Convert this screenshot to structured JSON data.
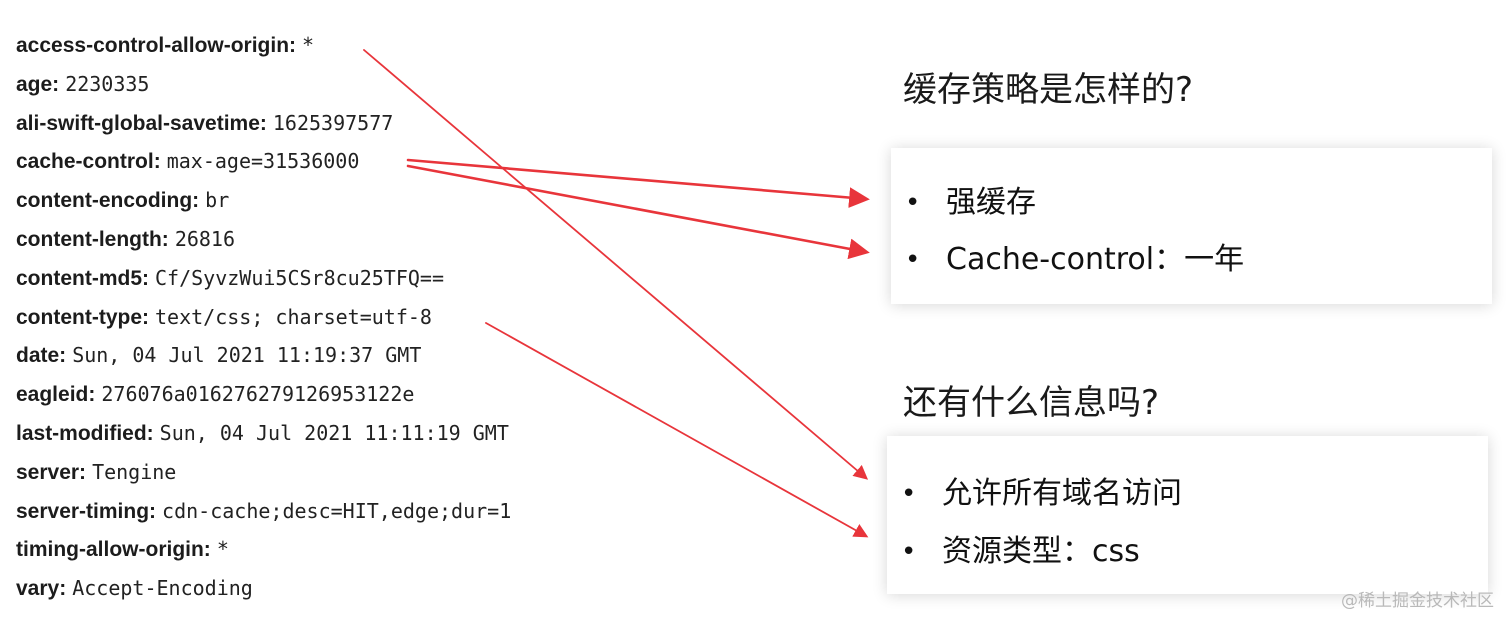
{
  "headers": [
    {
      "key": "access-control-allow-origin:",
      "value": "*"
    },
    {
      "key": "age:",
      "value": "2230335"
    },
    {
      "key": "ali-swift-global-savetime:",
      "value": "1625397577"
    },
    {
      "key": "cache-control:",
      "value": "max-age=31536000"
    },
    {
      "key": "content-encoding:",
      "value": "br"
    },
    {
      "key": "content-length:",
      "value": "26816"
    },
    {
      "key": "content-md5:",
      "value": "Cf/SyvzWui5CSr8cu25TFQ=="
    },
    {
      "key": "content-type:",
      "value": "text/css; charset=utf-8"
    },
    {
      "key": "date:",
      "value": "Sun, 04 Jul 2021 11:19:37 GMT"
    },
    {
      "key": "eagleid:",
      "value": "276076a016276279126953122e"
    },
    {
      "key": "last-modified:",
      "value": "Sun, 04 Jul 2021 11:11:19 GMT"
    },
    {
      "key": "server:",
      "value": "Tengine"
    },
    {
      "key": "server-timing:",
      "value": "cdn-cache;desc=HIT,edge;dur=1"
    },
    {
      "key": "timing-allow-origin:",
      "value": "*"
    },
    {
      "key": "vary:",
      "value": "Accept-Encoding"
    }
  ],
  "question1": "缓存策略是怎样的?",
  "card1": {
    "items": [
      "强缓存",
      "Cache-control：一年"
    ]
  },
  "question2": "还有什么信息吗?",
  "card2": {
    "items": [
      "允许所有域名访问",
      "资源类型：css"
    ]
  },
  "bullet_symbol": "•",
  "watermark": "@稀土掘金技术社区",
  "colors": {
    "arrow": "#e8353b",
    "text": "#111111",
    "watermark": "#b9b9b9"
  }
}
